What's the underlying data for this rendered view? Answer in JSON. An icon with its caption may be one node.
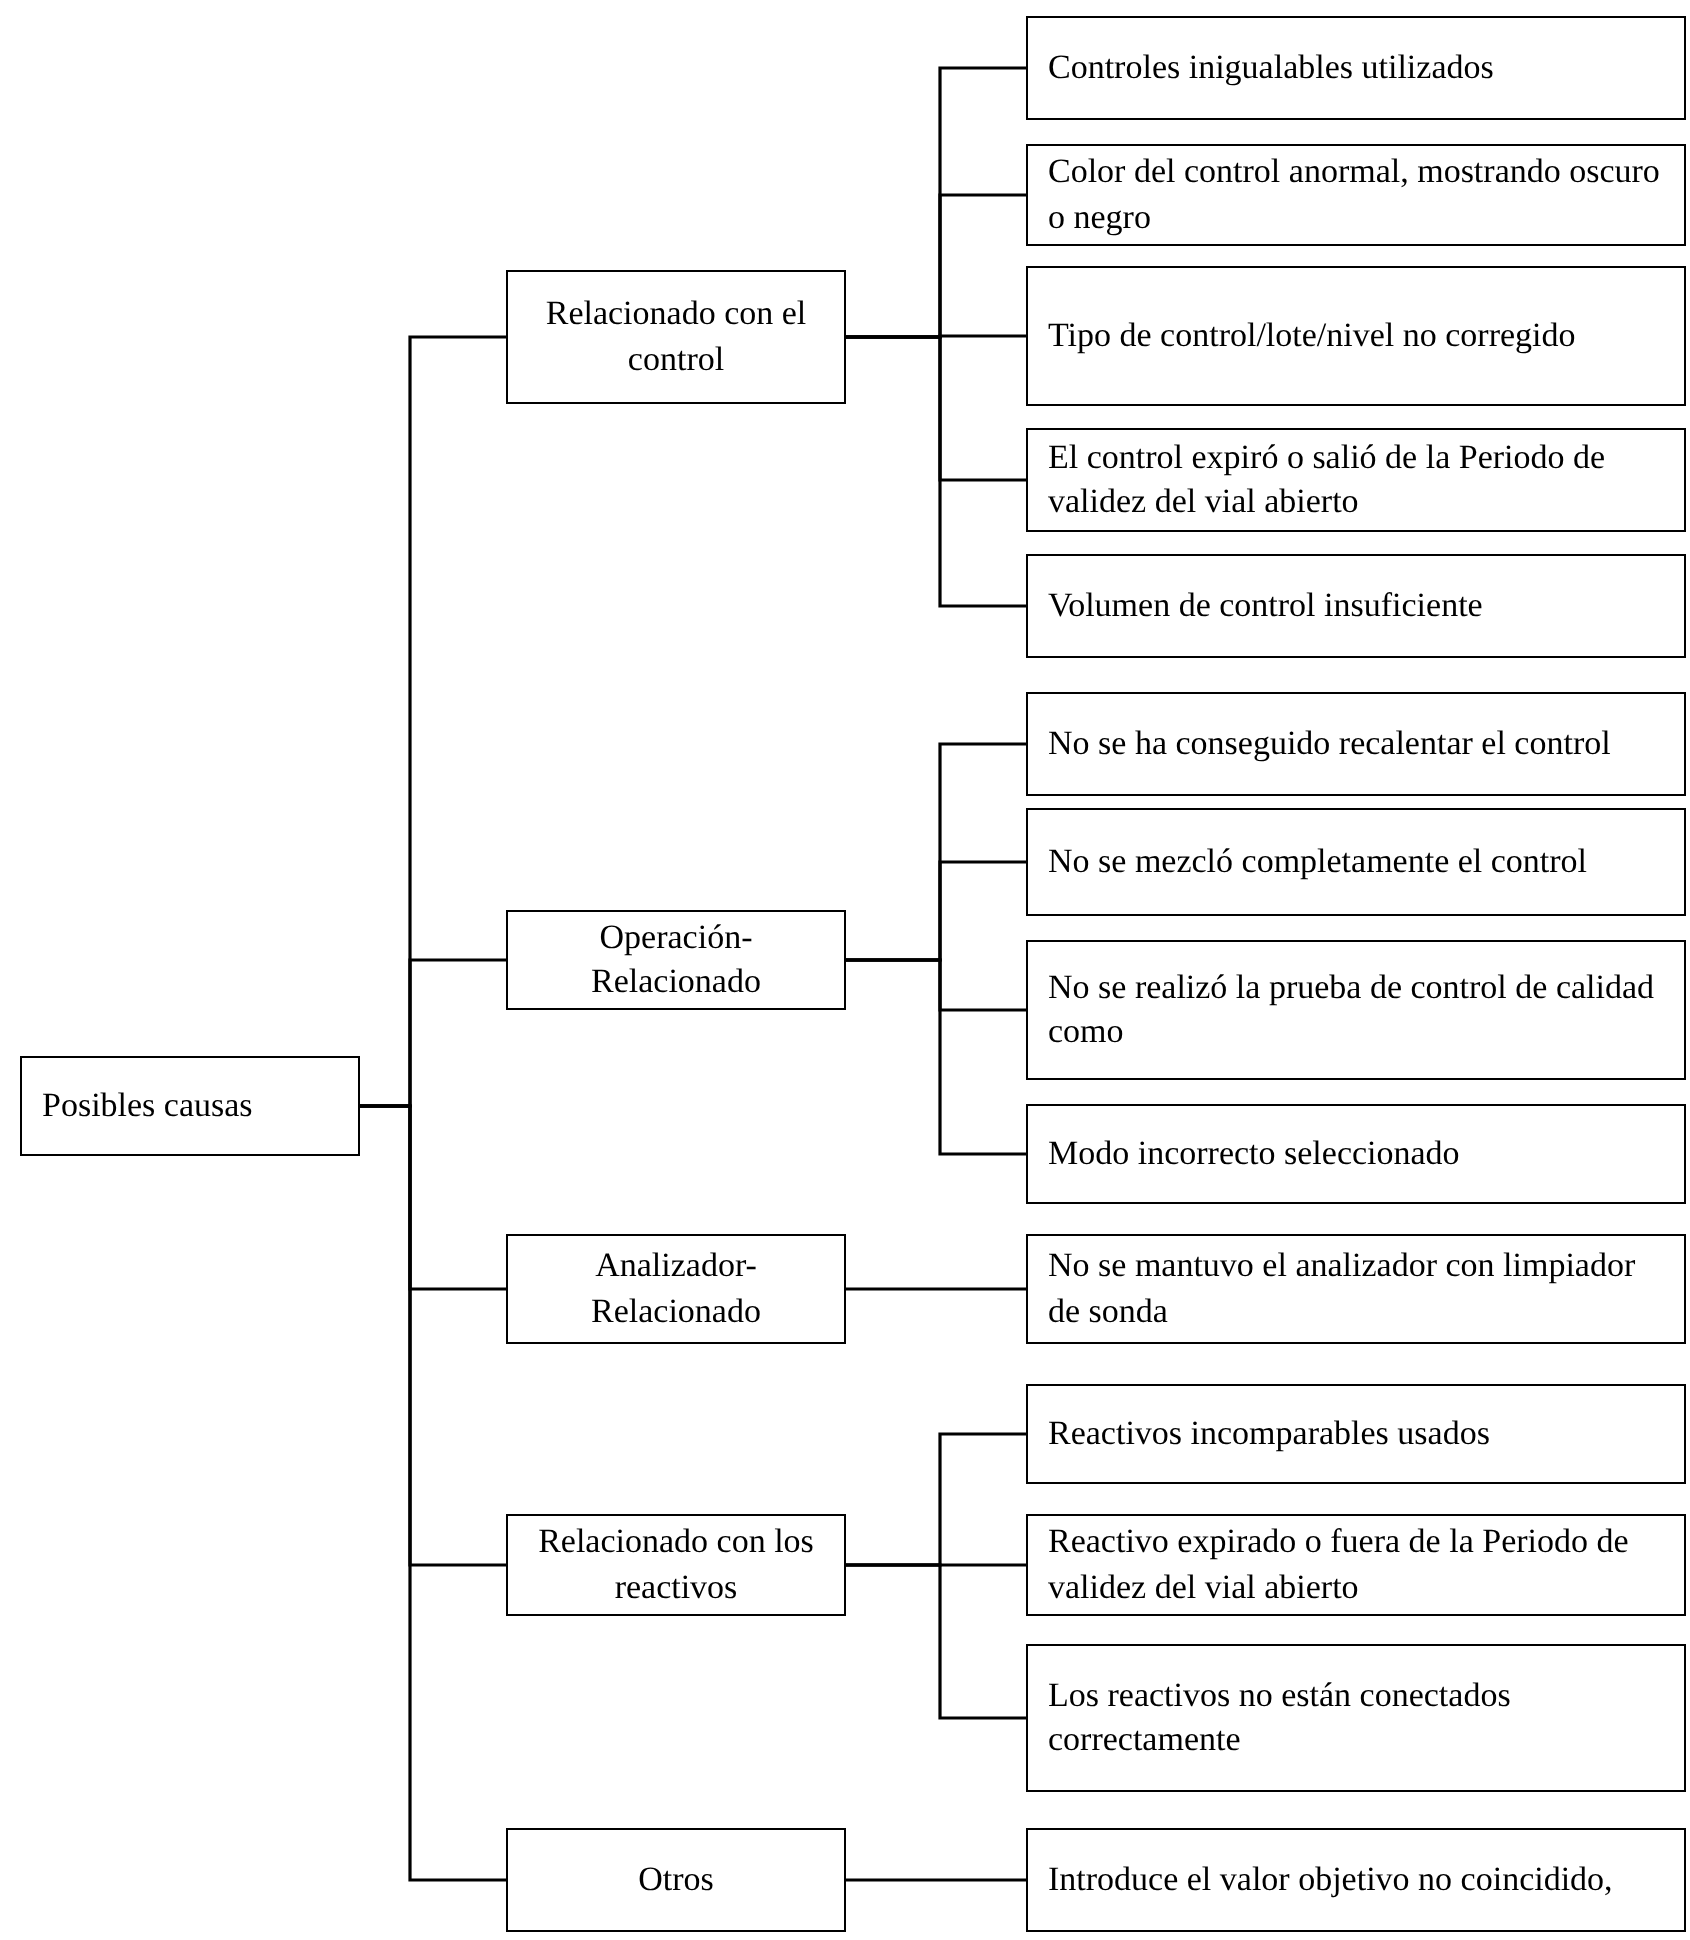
{
  "diagram": {
    "nodes": [
      {
        "text": [
          "Posibles causas"
        ]
      },
      {
        "text": [
          "Relacionado con el control"
        ]
      },
      {
        "text": [
          "Operación-Relacionado"
        ]
      },
      {
        "text": [
          "Analizador-Relacionado"
        ]
      },
      {
        "text": [
          "Relacionado con los reactivos"
        ]
      },
      {
        "text": [
          "Otros"
        ]
      },
      {
        "text": [
          "Controles inigualables utilizados"
        ]
      },
      {
        "text": [
          "Color del control anormal, mostrando oscuro o negro"
        ]
      },
      {
        "text": [
          "Tipo de control/lote/nivel no corregido"
        ]
      },
      {
        "text": [
          "El control expiró o salió de la Periodo de validez del vial abierto"
        ]
      },
      {
        "text": [
          "Volumen de control insuficiente"
        ]
      },
      {
        "text": [
          "No se ha conseguido recalentar el control"
        ]
      },
      {
        "text": [
          "No se mezcló completamente el control"
        ]
      },
      {
        "text": [
          "No se realizó la prueba de control de calidad como"
        ]
      },
      {
        "text": [
          "Modo incorrecto seleccionado"
        ]
      },
      {
        "text": [
          "No se mantuvo el analizador con limpiador de sonda"
        ]
      },
      {
        "text": [
          "Reactivos incomparables usados"
        ]
      },
      {
        "text": [
          "Reactivo expirado o fuera de la Periodo de validez del vial abierto"
        ]
      },
      {
        "text": [
          "Los reactivos no están conectados correctamente"
        ]
      },
      {
        "text": [
          "Introduce el valor objetivo no coincidido,"
        ]
      }
    ],
    "edges": [
      {
        "from": 0,
        "to": 1,
        "arrow": "none"
      },
      {
        "from": 0,
        "to": 2,
        "arrow": "none"
      },
      {
        "from": 0,
        "to": 3,
        "arrow": "none"
      },
      {
        "from": 0,
        "to": 4,
        "arrow": "none"
      },
      {
        "from": 0,
        "to": 5,
        "arrow": "none"
      },
      {
        "from": 1,
        "to": 6,
        "arrow": "none"
      },
      {
        "from": 1,
        "to": 7,
        "arrow": "none"
      },
      {
        "from": 1,
        "to": 8,
        "arrow": "none"
      },
      {
        "from": 1,
        "to": 9,
        "arrow": "none"
      },
      {
        "from": 1,
        "to": 10,
        "arrow": "none"
      },
      {
        "from": 2,
        "to": 11,
        "arrow": "none"
      },
      {
        "from": 2,
        "to": 12,
        "arrow": "none"
      },
      {
        "from": 2,
        "to": 13,
        "arrow": "none"
      },
      {
        "from": 2,
        "to": 14,
        "arrow": "none"
      },
      {
        "from": 3,
        "to": 15,
        "arrow": "none"
      },
      {
        "from": 4,
        "to": 16,
        "arrow": "none"
      },
      {
        "from": 4,
        "to": 17,
        "arrow": "none"
      },
      {
        "from": 4,
        "to": 18,
        "arrow": "none"
      },
      {
        "from": 5,
        "to": 19,
        "arrow": "none"
      }
    ]
  }
}
